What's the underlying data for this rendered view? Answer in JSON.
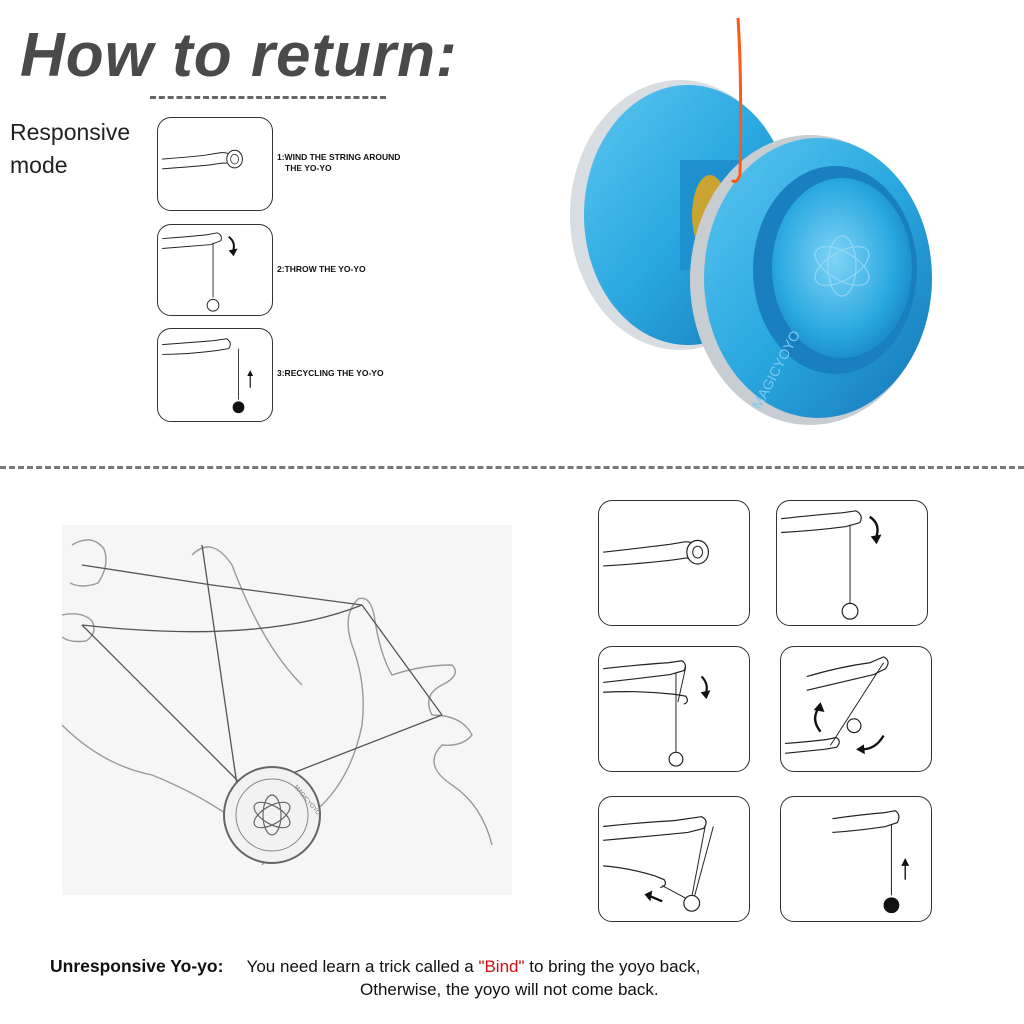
{
  "header": {
    "title": "How to return:"
  },
  "responsive": {
    "label_line1": "Responsive",
    "label_line2": "mode",
    "steps": [
      {
        "text_line1": "1:WIND THE STRING AROUND",
        "text_line2": "THE YO-YO"
      },
      {
        "text_line1": "2:THROW THE YO-YO",
        "text_line2": ""
      },
      {
        "text_line1": "3:RECYCLING THE YO-YO",
        "text_line2": ""
      }
    ]
  },
  "product": {
    "brand_rim": "MAGICYOYO",
    "colors": {
      "body": "#2aa8e0",
      "body_dark": "#1577b8",
      "ring": "#d8dde2",
      "string": "#ff5a14"
    }
  },
  "unresponsive": {
    "label": "Unresponsive Yo-yo:",
    "text_before": "You need learn a trick called a ",
    "bind_word": "\"Bind\"",
    "text_after": " to bring the yoyo back,",
    "line2": "Otherwise, the yoyo will not come back.",
    "yoyo_logo_text": "MAGICYOYO",
    "colors": {
      "bind": "#d01010"
    }
  }
}
